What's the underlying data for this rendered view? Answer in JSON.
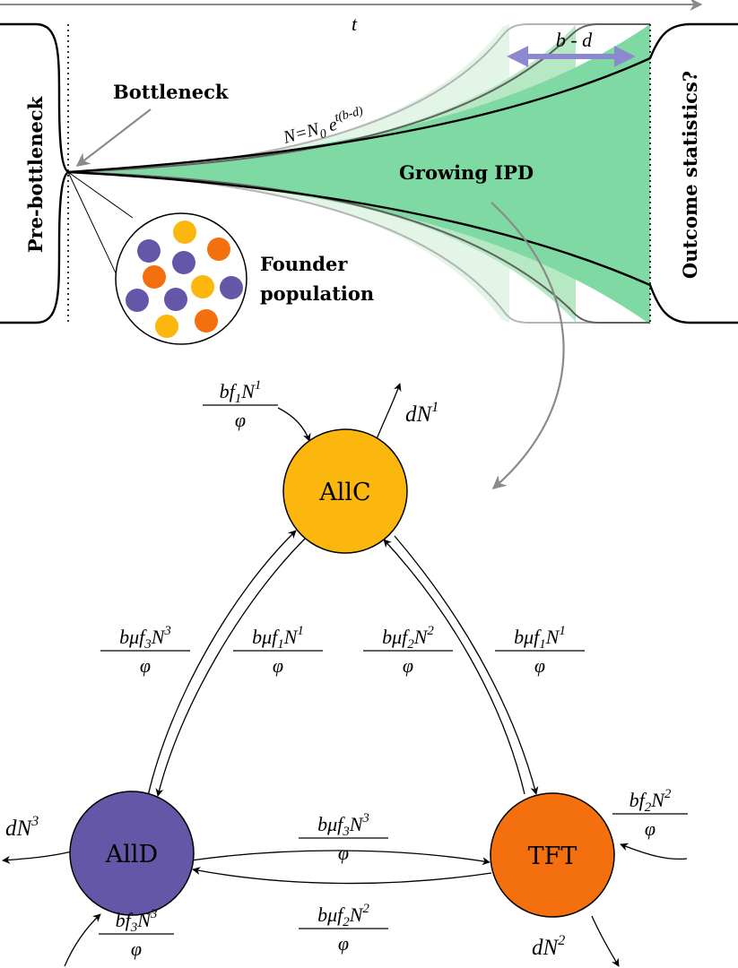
{
  "time_axis": {
    "label": "t"
  },
  "top": {
    "pre_bottleneck": "Pre-bottleneck",
    "bottleneck": "Bottleneck",
    "founder": [
      "Founder",
      "population"
    ],
    "growing": "Growing IPD",
    "outcome": "Outcome statistics?",
    "growth_label": "b - d",
    "formula": {
      "lhs": "N=N",
      "sub": "0",
      "base": " e",
      "exp": "t(b-d)"
    }
  },
  "colors": {
    "allc": "#fcb70f",
    "alld": "#6557a8",
    "tft": "#f4700e",
    "green_main": "#7fd9a3",
    "green_mid": "#b7e8c4",
    "green_light": "#e2f5e6",
    "arrow_purple": "#8c89cf"
  },
  "nodes": {
    "allc": "AllC",
    "alld": "AllD",
    "tft": "TFT"
  },
  "rates": {
    "allc_birth": {
      "pre": "bf",
      "sub": "1",
      "mid": "N",
      "sup": "1",
      "den": "φ"
    },
    "allc_death": {
      "text": "dN",
      "sup": "1"
    },
    "alld_death": {
      "text": "dN",
      "sup": "3"
    },
    "tft_death": {
      "text": "dN",
      "sup": "2"
    },
    "tft_birth": {
      "pre": "bf",
      "sub": "2",
      "mid": "N",
      "sup": "2",
      "den": "φ"
    },
    "alld_birth": {
      "pre": "bf",
      "sub": "3",
      "mid": "N",
      "sup": "3",
      "den": "φ"
    },
    "m_d_to_c": {
      "pre": "bμf",
      "sub": "3",
      "mid": "N",
      "sup": "3",
      "den": "φ"
    },
    "m_c_to_d": {
      "pre": "bμf",
      "sub": "1",
      "mid": "N",
      "sup": "1",
      "den": "φ"
    },
    "m_t_to_c": {
      "pre": "bμf",
      "sub": "2",
      "mid": "N",
      "sup": "2",
      "den": "φ"
    },
    "m_c_to_t": {
      "pre": "bμf",
      "sub": "1",
      "mid": "N",
      "sup": "1",
      "den": "φ"
    },
    "m_d_to_t": {
      "pre": "bμf",
      "sub": "3",
      "mid": "N",
      "sup": "3",
      "den": "φ"
    },
    "m_t_to_d": {
      "pre": "bμf",
      "sub": "2",
      "mid": "N",
      "sup": "2",
      "den": "φ"
    }
  }
}
